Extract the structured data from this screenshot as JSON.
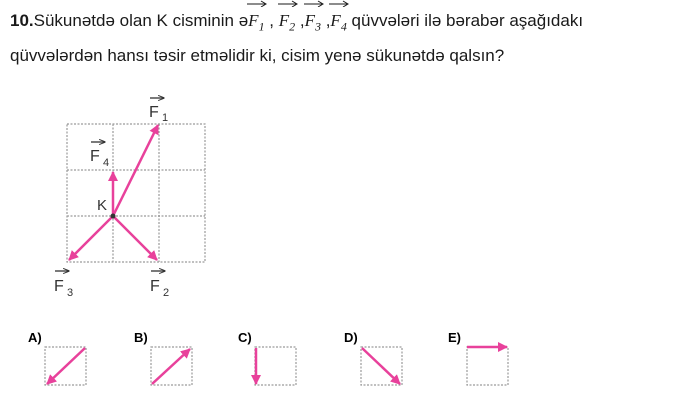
{
  "question": {
    "number": "10.",
    "text_before": "Sükunətdə olan K cisminin ə",
    "vectors": [
      "F",
      "F",
      "F",
      "F"
    ],
    "subscripts": [
      "1",
      "2",
      "3",
      "4"
    ],
    "separators": [
      " , ",
      " ,",
      " ,",
      ""
    ],
    "text_after_line1": " qüvvələri ilə bərabər aşağıdakı",
    "line2": "qüvvələrdən hansı təsir etməlidir ki, cisim yenə sükunətdə qalsın?"
  },
  "figure": {
    "point_label": "K",
    "force_labels": [
      "F",
      "F",
      "F",
      "F"
    ],
    "force_subscripts": [
      "1",
      "2",
      "3",
      "4"
    ],
    "arrow_color": "#e8419b"
  },
  "options": [
    {
      "label": "A)",
      "direction": "down-left"
    },
    {
      "label": "B)",
      "direction": "up-right"
    },
    {
      "label": "C)",
      "direction": "down"
    },
    {
      "label": "D)",
      "direction": "down-right"
    },
    {
      "label": "E)",
      "direction": "right"
    }
  ]
}
